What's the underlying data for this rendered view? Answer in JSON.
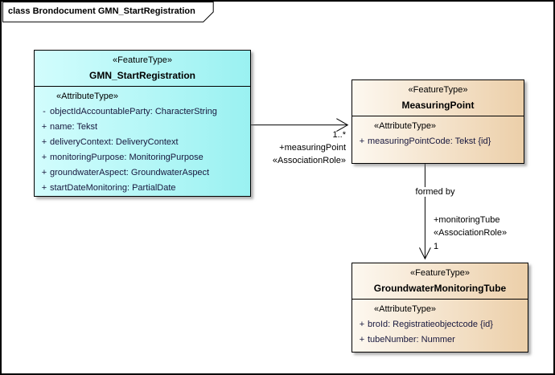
{
  "frame": {
    "title": "class Brondocument GMN_StartRegistration"
  },
  "classes": [
    {
      "stereotype": "«FeatureType»",
      "name": "GMN_StartRegistration",
      "attr_header": "«AttributeType»",
      "fill": "#9af1f1",
      "attributes": [
        {
          "vis": "-",
          "text": "objectIdAccountableParty: CharacterString"
        },
        {
          "vis": "+",
          "text": "name: Tekst"
        },
        {
          "vis": "+",
          "text": "deliveryContext: DeliveryContext"
        },
        {
          "vis": "+",
          "text": "monitoringPurpose: MonitoringPurpose"
        },
        {
          "vis": "+",
          "text": "groundwaterAspect: GroundwaterAspect"
        },
        {
          "vis": "+",
          "text": "startDateMonitoring: PartialDate"
        }
      ]
    },
    {
      "stereotype": "«FeatureType»",
      "name": "MeasuringPoint",
      "attr_header": "«AttributeType»",
      "fill": "#eccfa9",
      "attributes": [
        {
          "vis": "+",
          "text": "measuringPointCode: Tekst {id}"
        }
      ]
    },
    {
      "stereotype": "«FeatureType»",
      "name": "GroundwaterMonitoringTube",
      "attr_header": "«AttributeType»",
      "fill": "#eccfa9",
      "attributes": [
        {
          "vis": "+",
          "text": "broId: Registratieobjectcode {id}"
        },
        {
          "vis": "+",
          "text": "tubeNumber: Nummer"
        }
      ]
    }
  ],
  "associations": [
    {
      "source": "GMN_StartRegistration",
      "target": "MeasuringPoint",
      "multiplicity": "1..*",
      "role": "+measuringPoint",
      "stereotype": "«AssociationRole»"
    },
    {
      "source": "MeasuringPoint",
      "target": "GroundwaterMonitoringTube",
      "name": "formed by",
      "role": "+monitoringTube",
      "stereotype": "«AssociationRole»",
      "multiplicity": "1"
    }
  ],
  "colors": {
    "class_cyan": "#9af1f1",
    "class_peach": "#eccfa9",
    "border": "#000000",
    "background": "#ffffff"
  }
}
